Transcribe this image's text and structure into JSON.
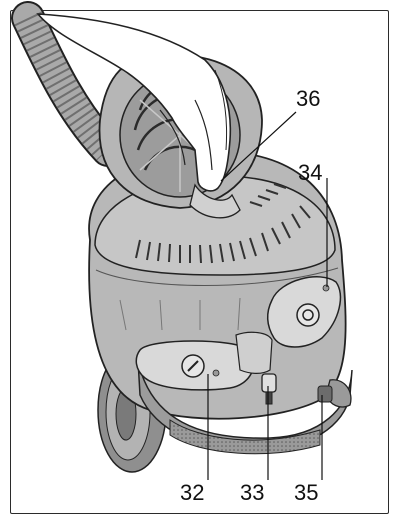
{
  "callouts": {
    "c32": "32",
    "c33": "33",
    "c34": "34",
    "c35": "35",
    "c36": "36"
  },
  "colors": {
    "body_gray": "#b8b8b8",
    "light_gray": "#d4d4d4",
    "dark_gray": "#7d7d7d",
    "outline": "#222222",
    "hand": "#ffffff"
  }
}
